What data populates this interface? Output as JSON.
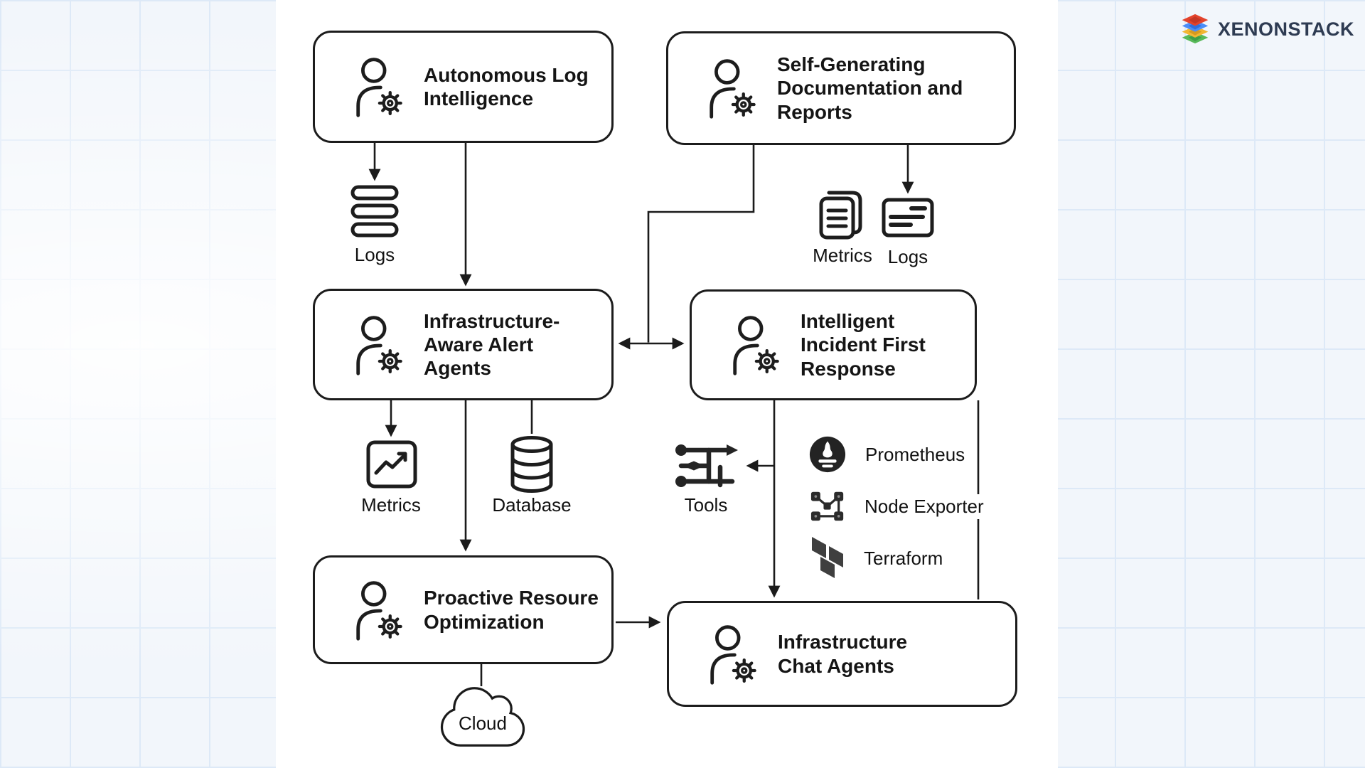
{
  "logo": {
    "text": "XENONSTACK"
  },
  "boxes": [
    {
      "label": "Autonomous Log Intelligence"
    },
    {
      "label": "Self-Generating Documentation and Reports"
    },
    {
      "label": "Infrastructure-Aware Alert Agents"
    },
    {
      "label": "Intelligent Incident First Response"
    },
    {
      "label": "Proactive Resoure Optimization"
    },
    {
      "label": "Infrastructure Chat Agents"
    }
  ],
  "icons": {
    "logs_left": "Logs",
    "metrics_top": "Metrics",
    "logs_top": "Logs",
    "metrics_mid": "Metrics",
    "database": "Database",
    "tools": "Tools",
    "cloud": "Cloud"
  },
  "tool_stack": [
    {
      "name": "Prometheus"
    },
    {
      "name": "Node Exporter"
    },
    {
      "name": "Terraform"
    }
  ],
  "colors": {
    "line": "#1b1b1b",
    "box_border": "#1c1c1c",
    "background": "#f2f6fb",
    "grid_line": "#dde9f7",
    "logo_text": "#2e3b52",
    "logo_red": "#e3432c",
    "logo_blue": "#4b8df8",
    "logo_yellow": "#f2b632",
    "logo_green": "#58b959"
  }
}
